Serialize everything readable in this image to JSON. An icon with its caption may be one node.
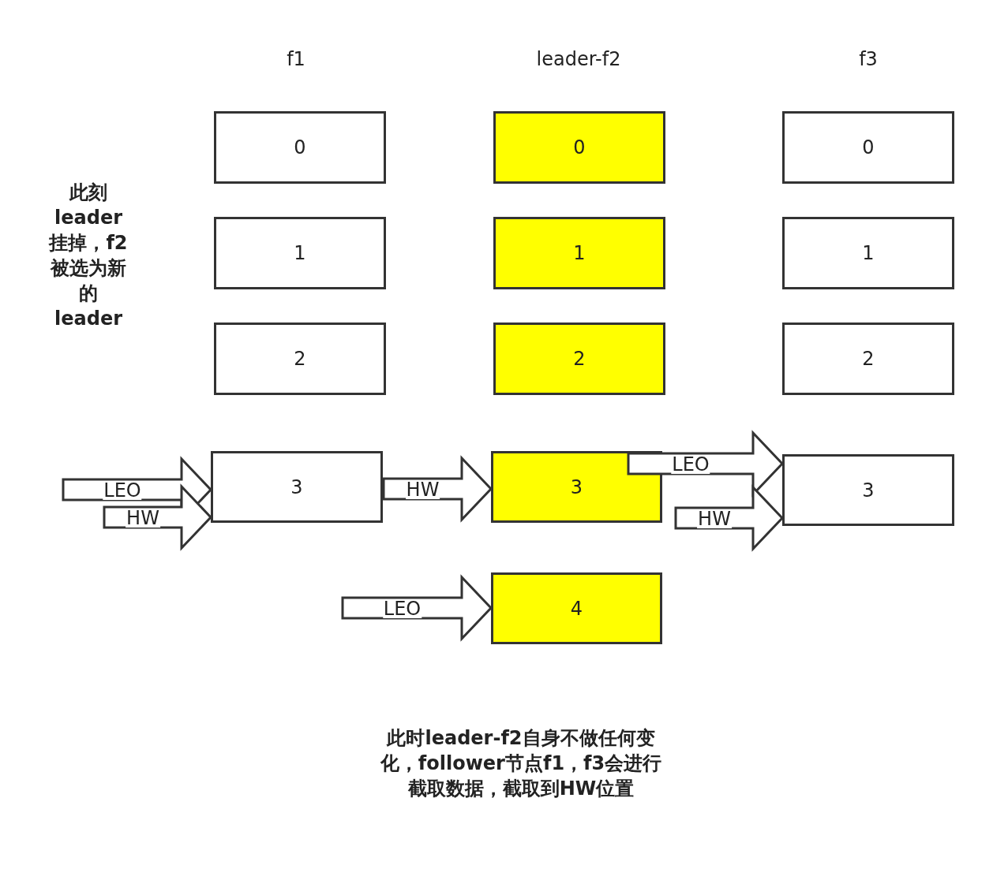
{
  "diagram": {
    "nodes": [
      {
        "text": [
          "0"
        ]
      },
      {
        "text": [
          "0"
        ]
      },
      {
        "text": [
          "0"
        ]
      },
      {
        "text": [
          "1"
        ]
      },
      {
        "text": [
          "1"
        ]
      },
      {
        "text": [
          "1"
        ]
      },
      {
        "text": [
          "2"
        ]
      },
      {
        "text": [
          "2"
        ]
      },
      {
        "text": [
          "2"
        ]
      },
      {
        "text": [
          "3"
        ]
      },
      {
        "text": [
          "3"
        ]
      },
      {
        "text": [
          "3"
        ]
      },
      {
        "text": [
          "4"
        ]
      }
    ],
    "edges": [
      {
        "from": null,
        "to": 9,
        "arrow": "to",
        "label": "LEO"
      },
      {
        "from": null,
        "to": 9,
        "arrow": "to",
        "label": "HW"
      },
      {
        "from": null,
        "to": 10,
        "arrow": "to",
        "label": "HW"
      },
      {
        "from": null,
        "to": 11,
        "arrow": "to",
        "label": "LEO"
      },
      {
        "from": null,
        "to": 11,
        "arrow": "to",
        "label": "HW"
      },
      {
        "from": null,
        "to": 12,
        "arrow": "to",
        "label": "LEO"
      }
    ],
    "labels": [
      "f1",
      "leader-f2",
      "f3",
      "此刻leader挂掉，f2被选为新的leader",
      "此时leader-f2自身不做任何变化，follower节点f1，f3会进行截取数据，截取到HW位置"
    ]
  }
}
